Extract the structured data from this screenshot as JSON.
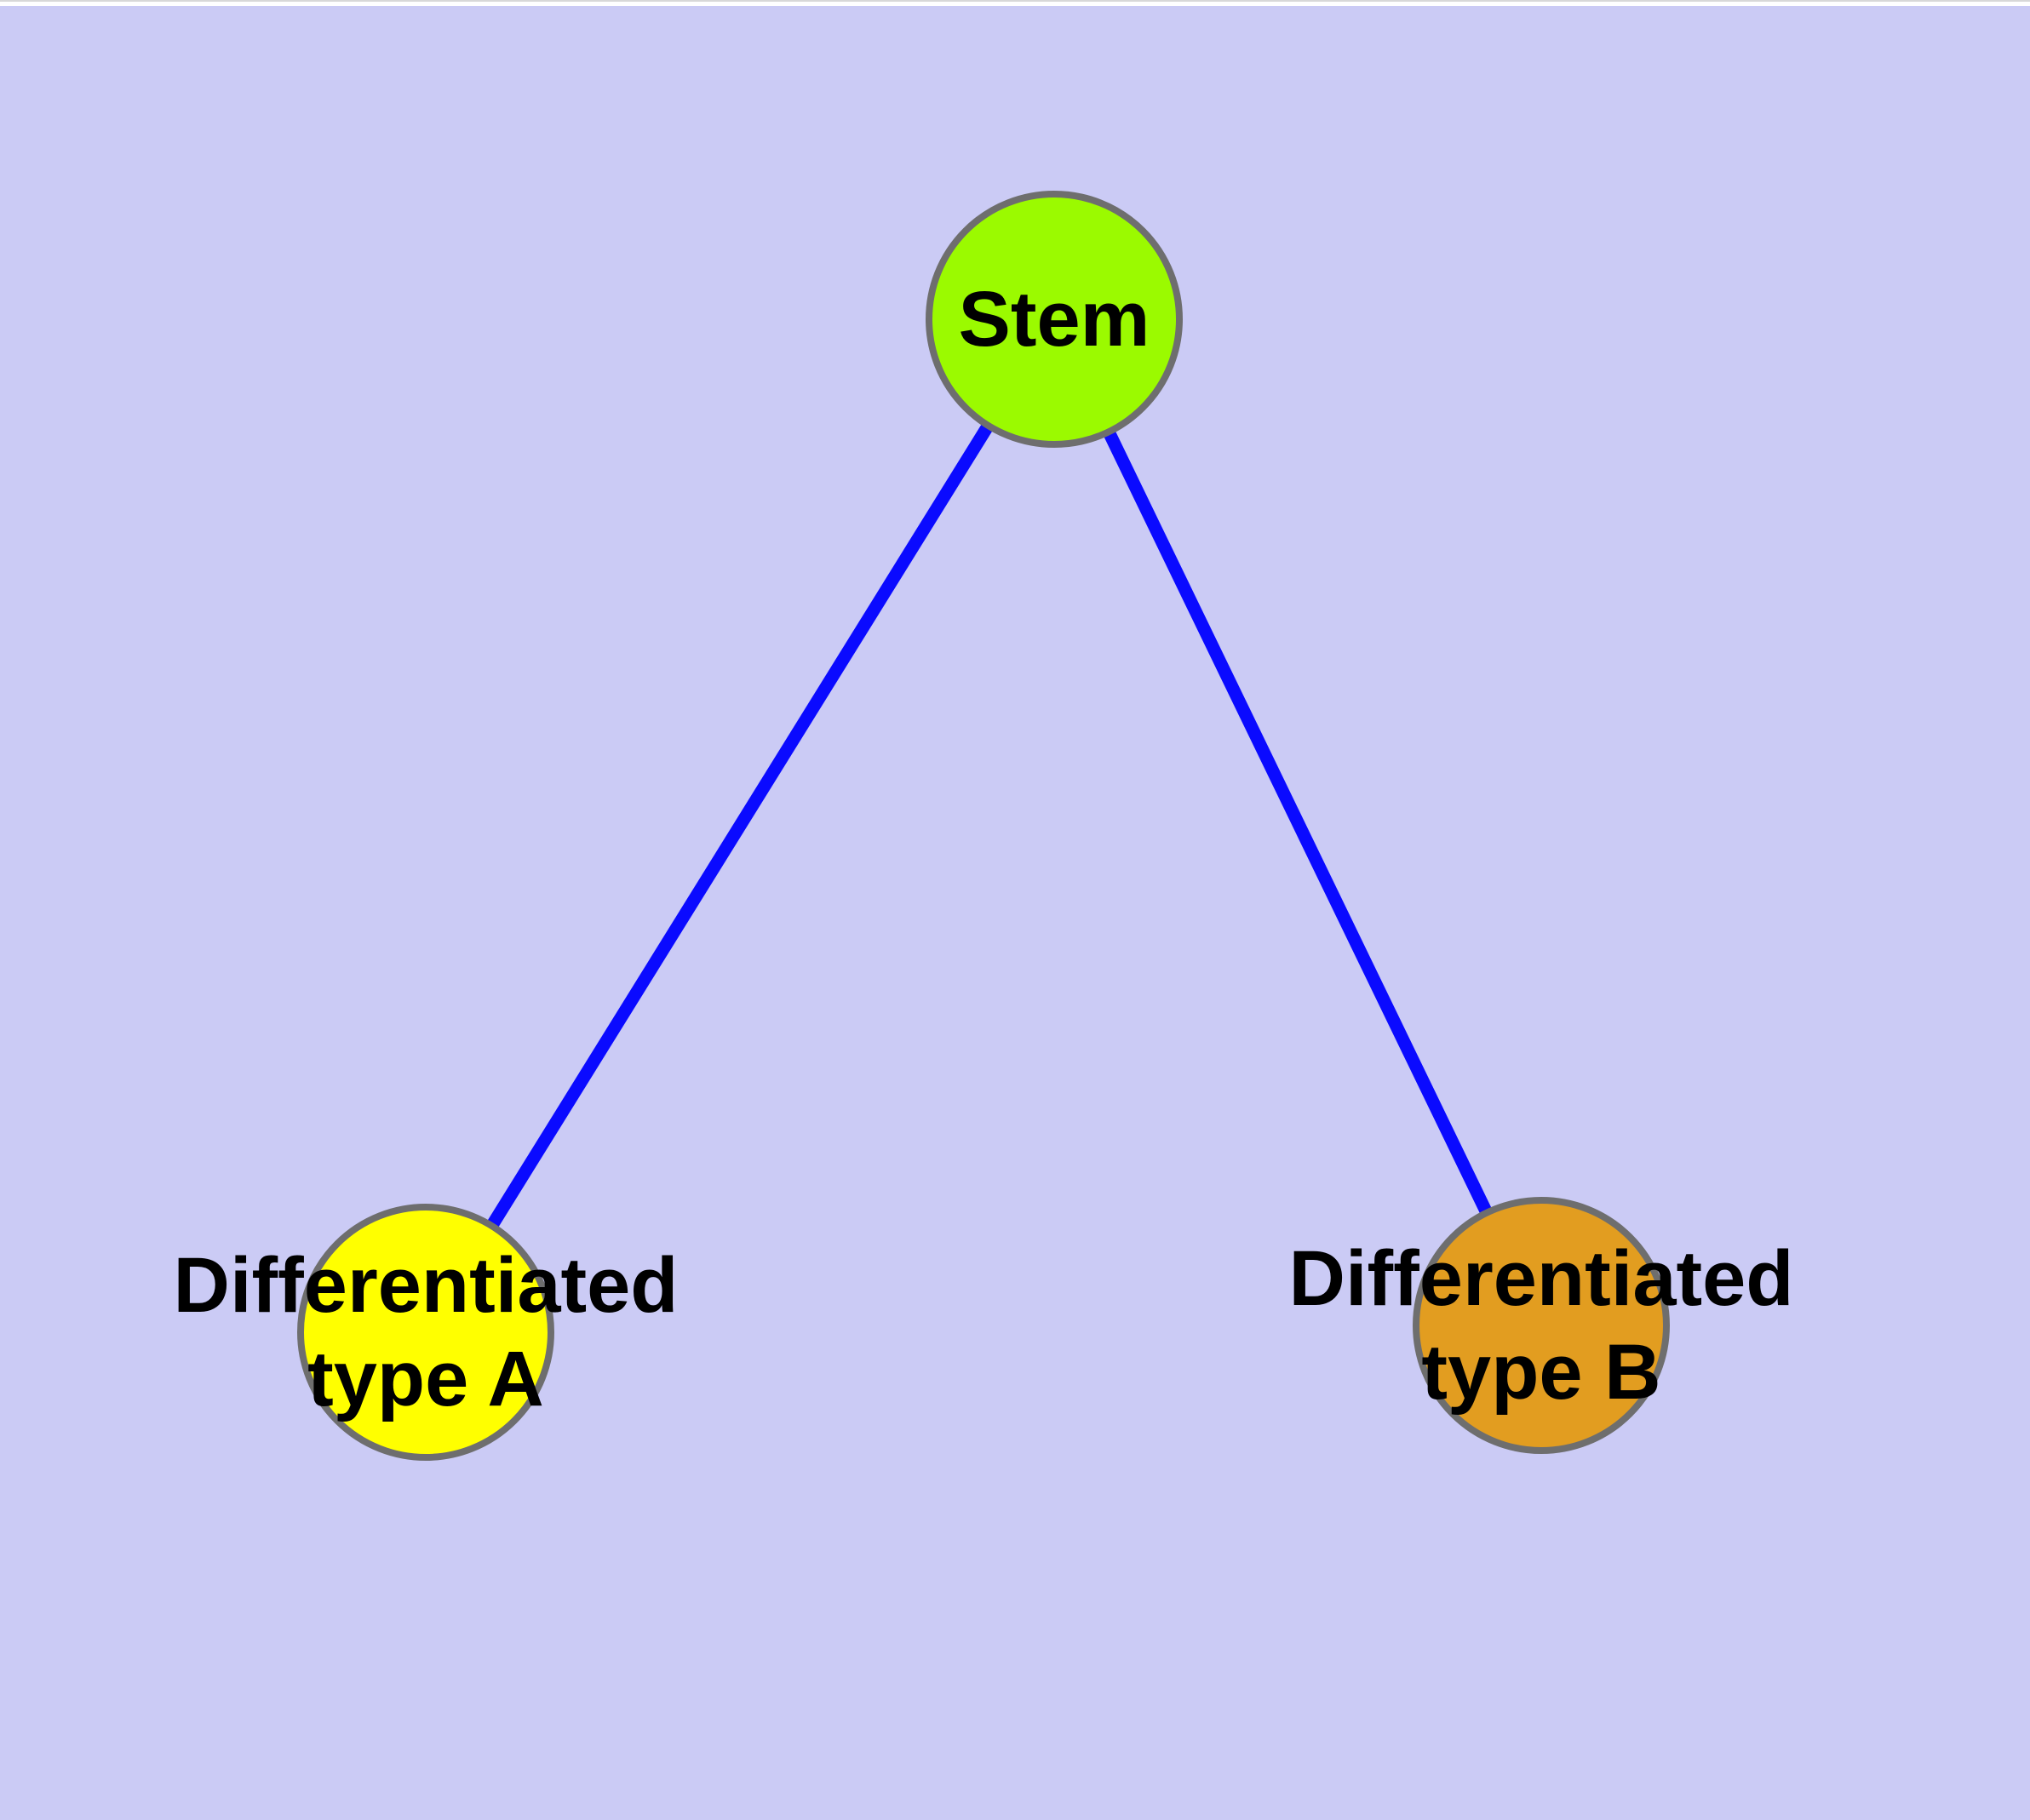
{
  "diagram": {
    "type": "node-link-graph",
    "background_color": "#cbcbf5",
    "top_hairline_color": "#d8d8d8",
    "edge_color": "#0a0aff",
    "node_border_color": "#6e6e6e",
    "label_color": "#000000",
    "nodes": [
      {
        "id": "stem",
        "label": "Stem",
        "fill": "#9bfa00"
      },
      {
        "id": "type-a",
        "label": "Differentiated\ntype A",
        "fill": "#ffff00"
      },
      {
        "id": "type-b",
        "label": "Differentiated\ntype B",
        "fill": "#e29d20"
      }
    ],
    "edges": [
      {
        "from": "stem",
        "to": "type-a"
      },
      {
        "from": "stem",
        "to": "type-b"
      }
    ]
  }
}
